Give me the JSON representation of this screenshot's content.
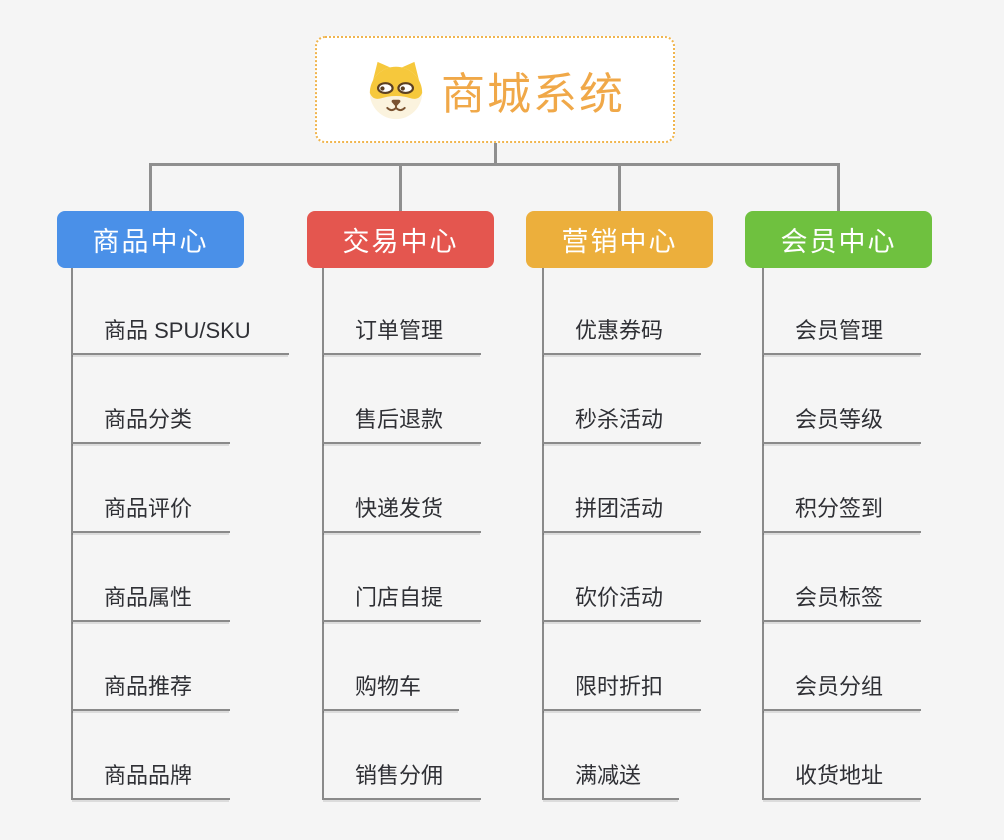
{
  "root": {
    "title": "商城系统",
    "icon": "dog-face-icon"
  },
  "branches": [
    {
      "id": "product-center",
      "label": "商品中心",
      "color": "#4a90e8",
      "items": [
        "商品 SPU/SKU",
        "商品分类",
        "商品评价",
        "商品属性",
        "商品推荐",
        "商品品牌"
      ]
    },
    {
      "id": "trade-center",
      "label": "交易中心",
      "color": "#e4564f",
      "items": [
        "订单管理",
        "售后退款",
        "快递发货",
        "门店自提",
        "购物车",
        "销售分佣"
      ]
    },
    {
      "id": "marketing-center",
      "label": "营销中心",
      "color": "#ecaf3c",
      "items": [
        "优惠券码",
        "秒杀活动",
        "拼团活动",
        "砍价活动",
        "限时折扣",
        "满减送"
      ]
    },
    {
      "id": "member-center",
      "label": "会员中心",
      "color": "#6fc13f",
      "items": [
        "会员管理",
        "会员等级",
        "积分签到",
        "会员标签",
        "会员分组",
        "收货地址"
      ]
    }
  ],
  "colors": {
    "page_background": "#f5f5f5",
    "connector": "#8f8f8f",
    "leaf_underline": "#8a8a8a",
    "leaf_text": "#2f3035",
    "root_title": "#f0a848",
    "root_border": "#f0b54e",
    "branch_text": "#ffffff"
  }
}
